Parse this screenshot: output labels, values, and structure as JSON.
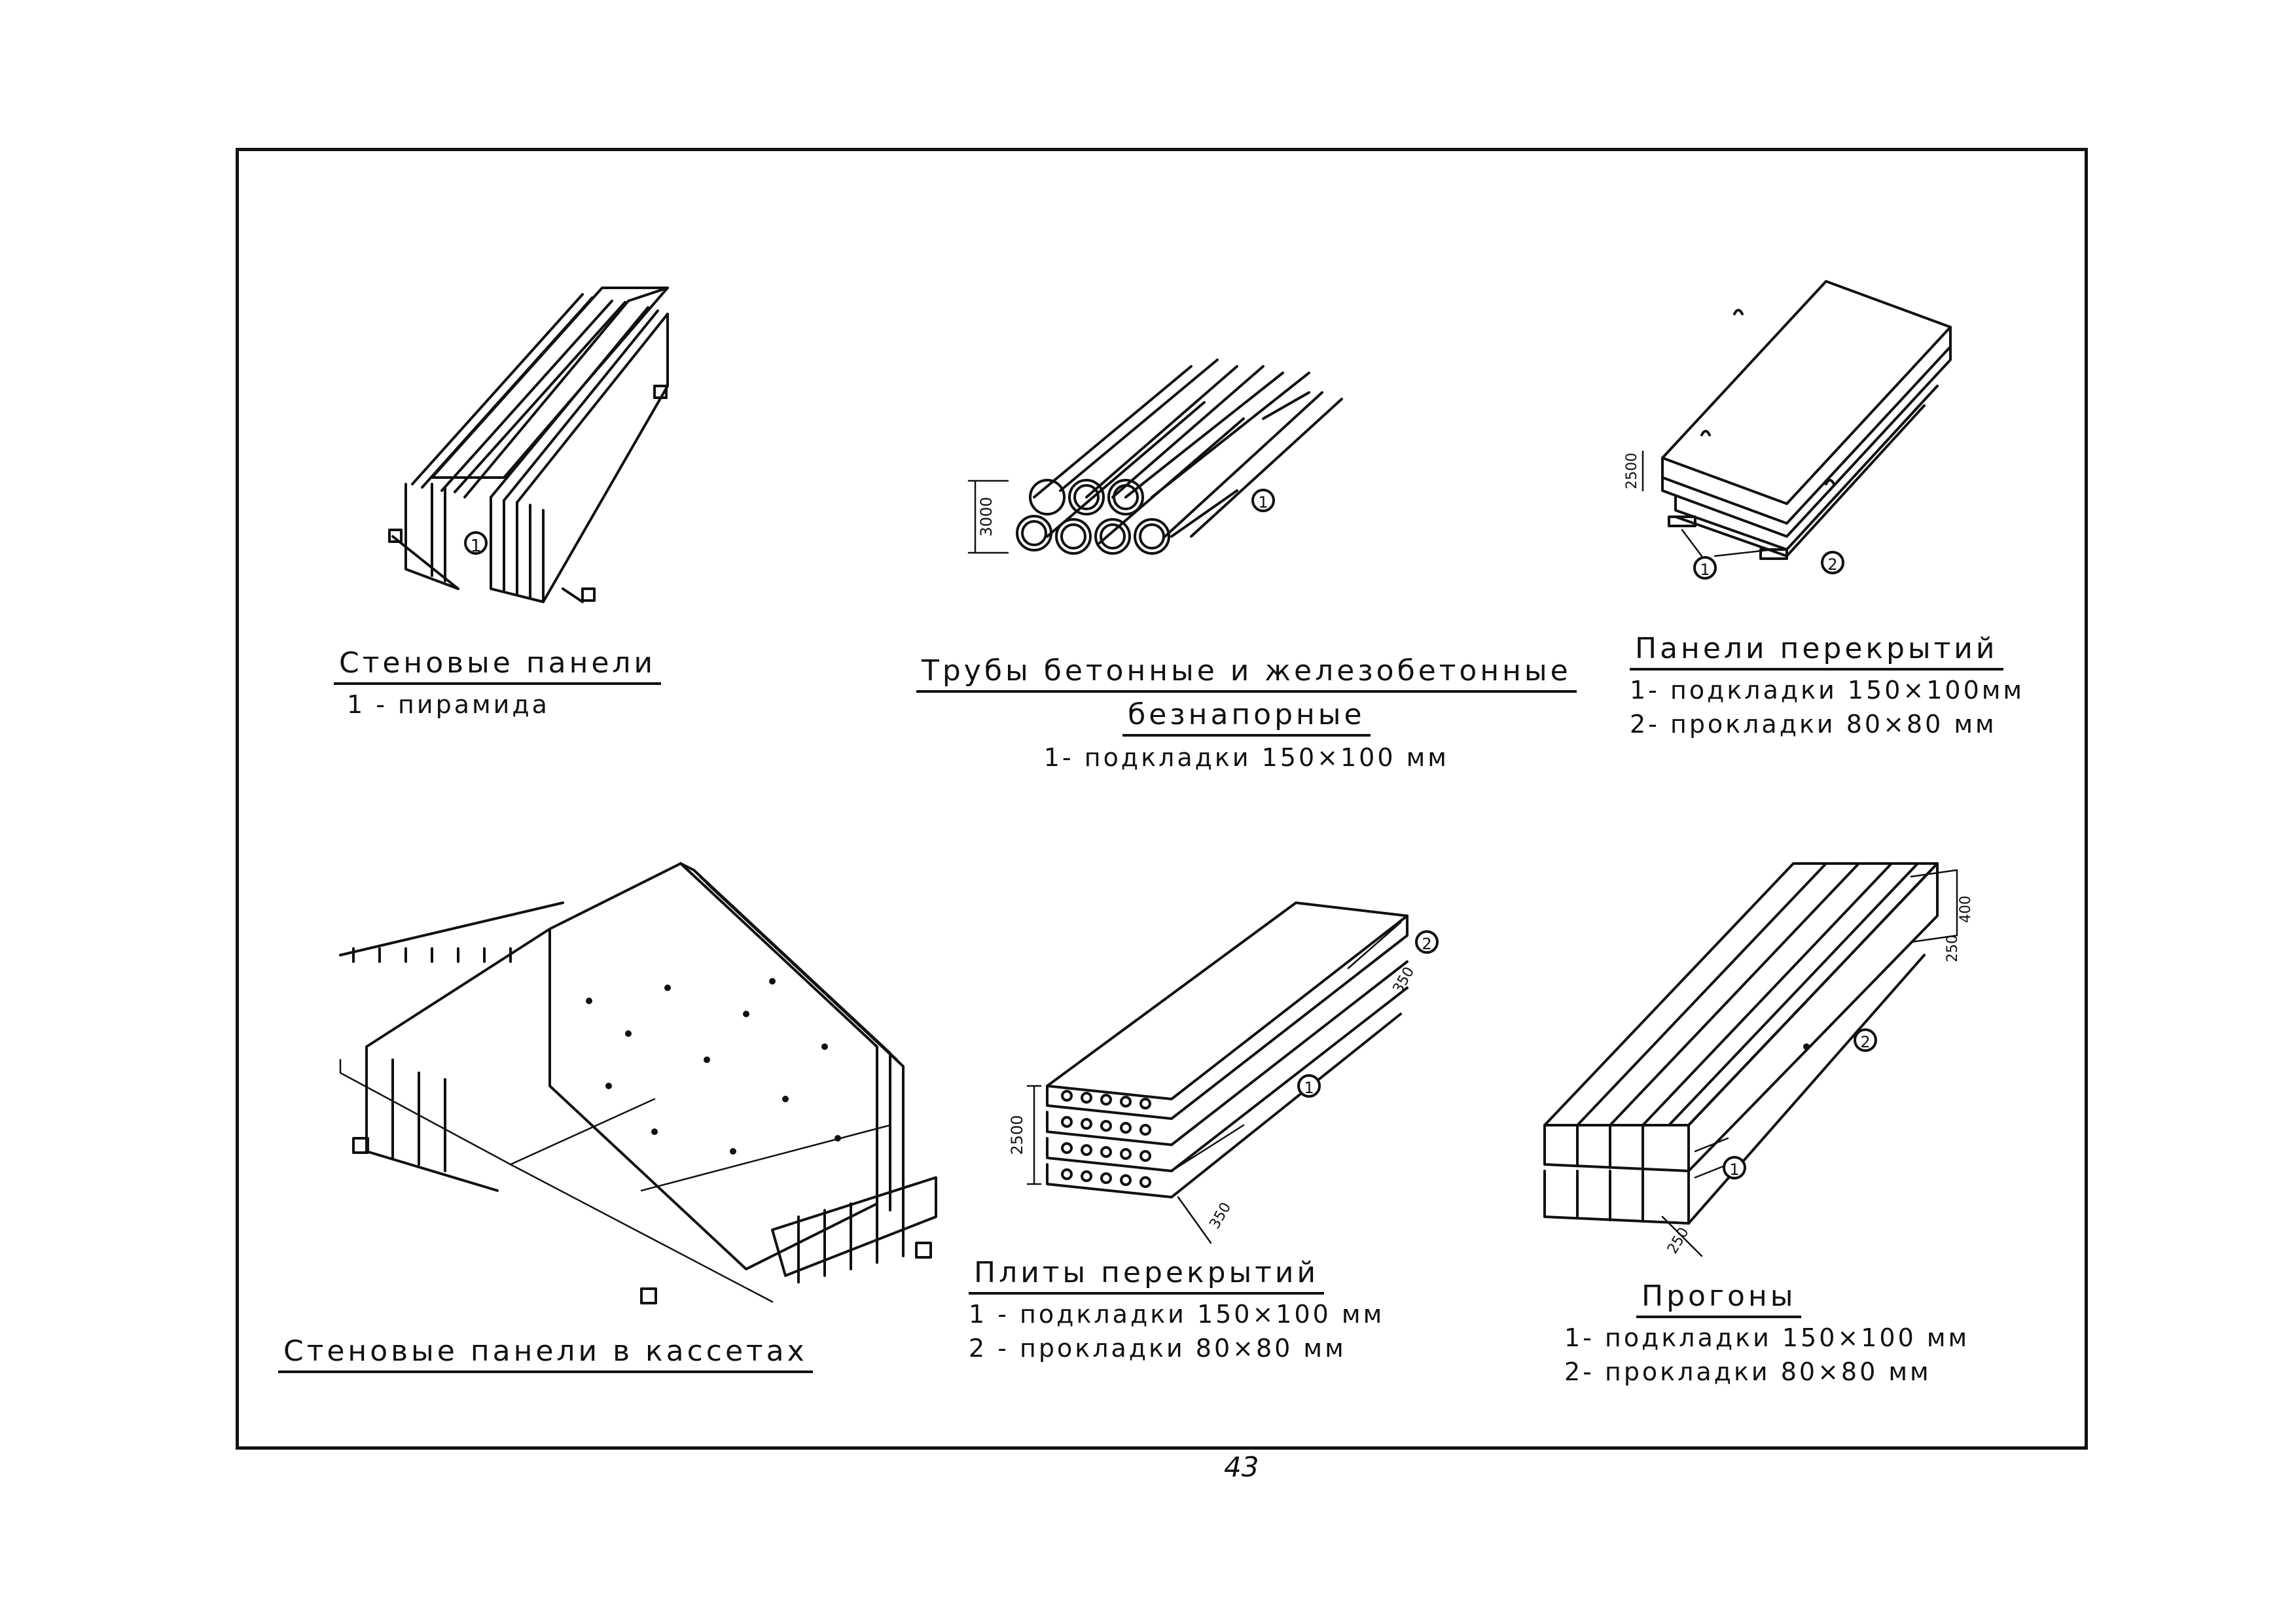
{
  "page_number": "43",
  "figures": [
    {
      "title": "Стеновые панели",
      "notes": [
        "1 - пирамида"
      ],
      "marker": "1"
    },
    {
      "title": "Трубы бетонные и железобетонные",
      "title_line2": "безнапорные",
      "notes": [
        "1- подкладки 150×100 мм"
      ],
      "dim": "3000",
      "marker": "1"
    },
    {
      "title": "Панели перекрытий",
      "notes": [
        "1- подкладки 150×100мм",
        "2- прокладки 80×80 мм"
      ],
      "dim": "2500",
      "markers": [
        "1",
        "2"
      ]
    },
    {
      "title": "Стеновые панели в кассетах",
      "notes": []
    },
    {
      "title": "Плиты перекрытий",
      "notes": [
        "1 - подкладки 150×100 мм",
        "2 - прокладки 80×80 мм"
      ],
      "dims": [
        "2500",
        "350",
        "350"
      ],
      "markers": [
        "1",
        "2"
      ]
    },
    {
      "title": "Прогоны",
      "notes": [
        "1- подкладки 150×100 мм",
        "2- прокладки 80×80 мм"
      ],
      "dims": [
        "250",
        "250",
        "400"
      ],
      "markers": [
        "1",
        "2"
      ]
    }
  ]
}
